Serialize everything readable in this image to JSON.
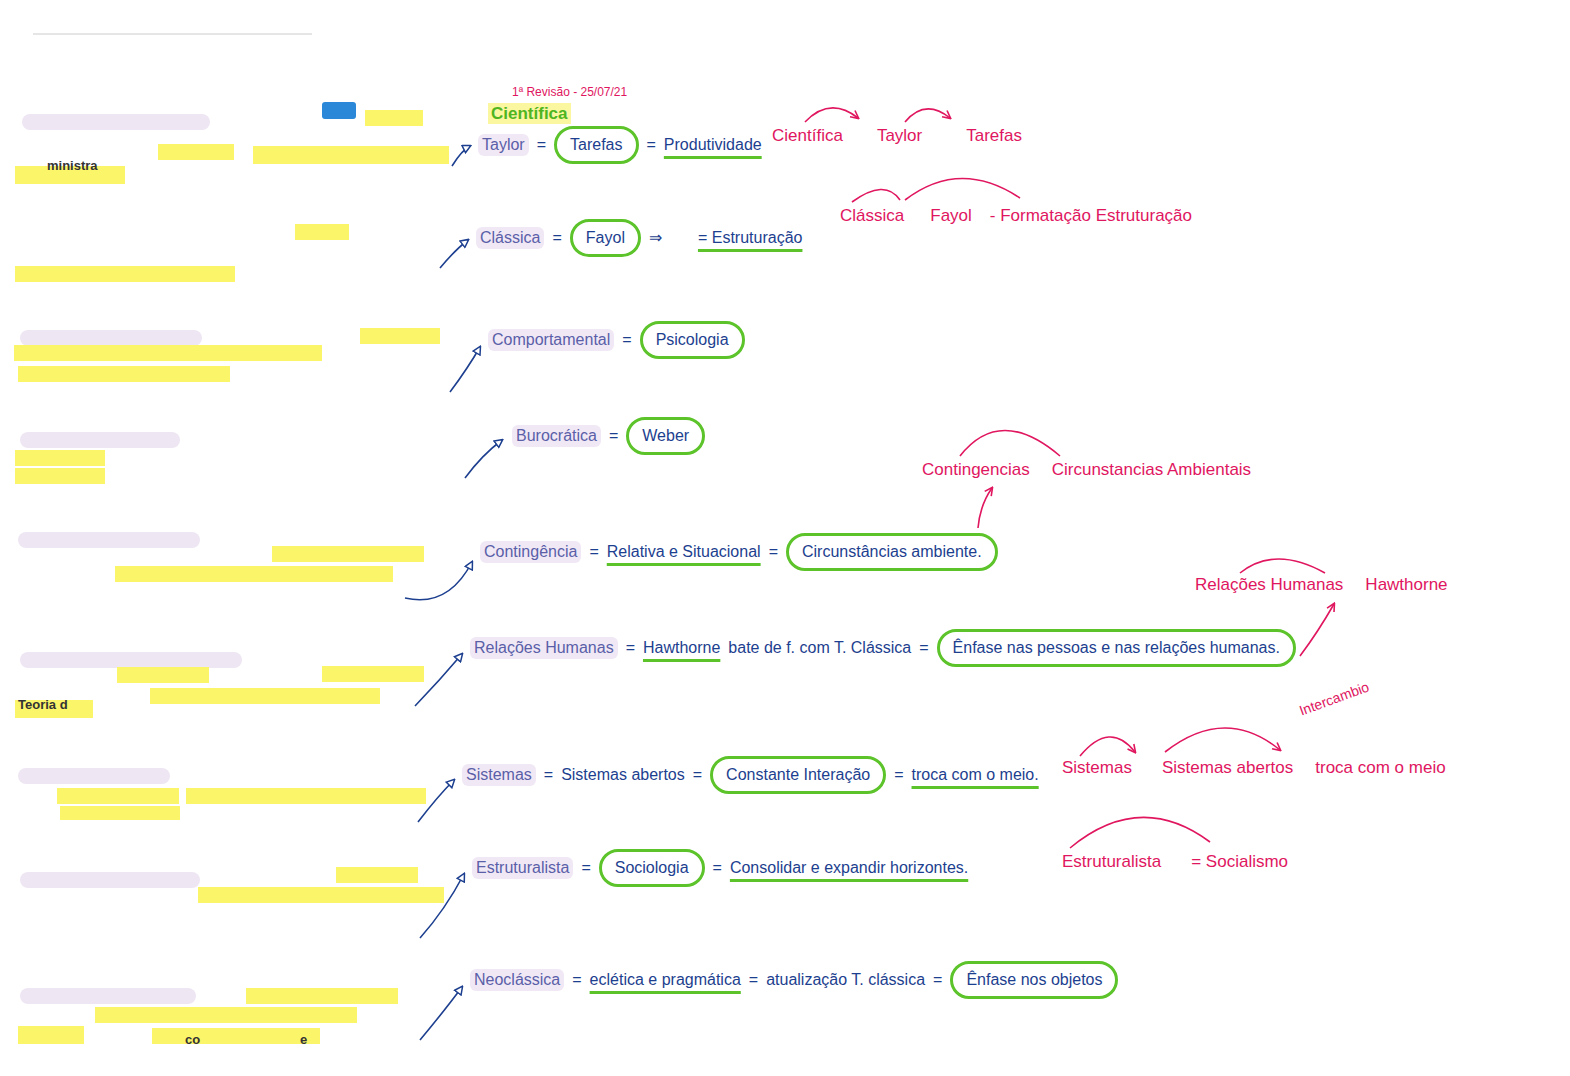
{
  "diagram": {
    "nodes": [
      {
        "text": [
          "Tarefas"
        ]
      },
      {
        "text": [
          "Fayol"
        ]
      },
      {
        "text": [
          "Psicologia"
        ]
      },
      {
        "text": [
          "Weber"
        ]
      },
      {
        "text": [
          "Circunstâncias ambiente."
        ]
      },
      {
        "text": [
          "Ênfase nas pessoas e nas relações humanas."
        ]
      },
      {
        "text": [
          "Constante Interação"
        ]
      },
      {
        "text": [
          "Sociologia"
        ]
      },
      {
        "text": [
          "Ênfase nos objetos"
        ]
      }
    ],
    "labels": [
      "1ª Revisão - 25/07/21",
      "Científica",
      "Taylor",
      "=",
      "=",
      "Produtividade",
      "Científica",
      "Taylor",
      "Tarefas",
      "Clássica",
      "=",
      "⇒",
      "= Estruturação",
      "Clássica",
      "Fayol",
      "- Formatação Estruturação",
      "Comportamental",
      "=",
      "Burocrática",
      "=",
      "Contingência",
      "=",
      "Relativa e Situacional",
      "=",
      "Contingencias",
      "Circunstancias Ambientais",
      "Relações Humanas",
      "=",
      "Hawthorne",
      "bate de f. com T. Clássica",
      "=",
      "Relações Humanas",
      "Hawthorne",
      "Sistemas",
      "=",
      "Sistemas abertos",
      "=",
      "=",
      "troca com o meio.",
      "Sistemas",
      "Sistemas abertos",
      "troca com o meio",
      "Intercambio",
      "Estruturalista",
      "=",
      "=",
      "Consolidar e expandir horizontes.",
      "Estruturalista",
      "= Socialismo",
      "Neoclássica",
      "=",
      "eclética e pragmática",
      "=",
      "atualização T. clássica",
      "=",
      "ministra",
      "Teoria d",
      "co",
      "e"
    ]
  }
}
